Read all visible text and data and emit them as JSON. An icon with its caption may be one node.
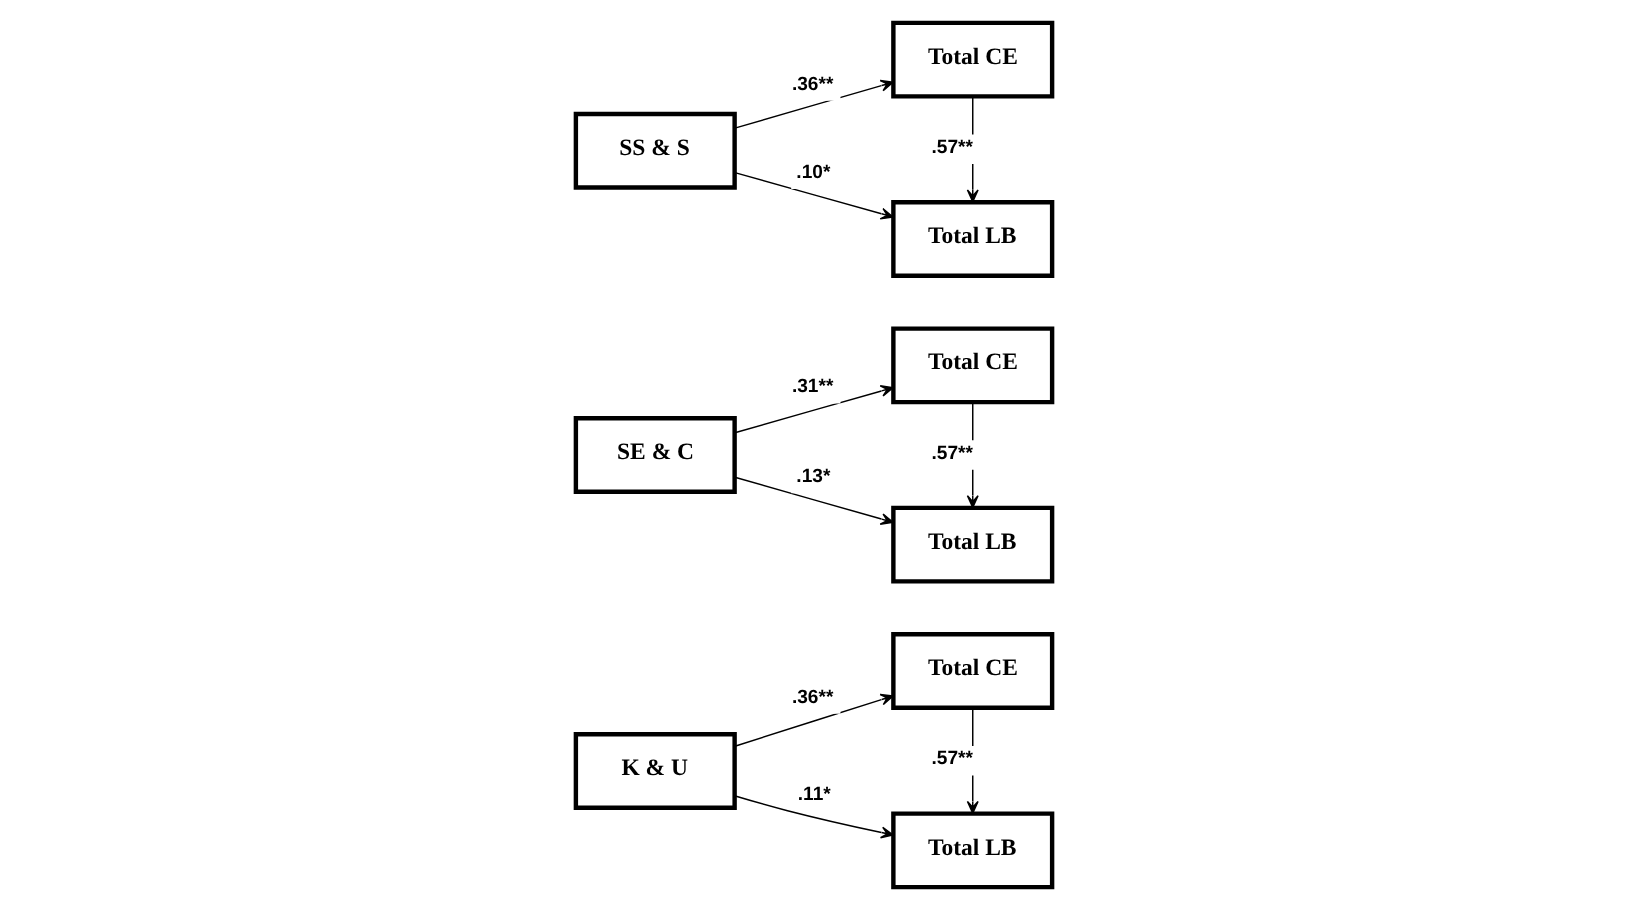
{
  "diagram": {
    "nodes": [
      {
        "text": [
          "K & U"
        ]
      },
      {
        "text": [
          "Total CE"
        ]
      },
      {
        "text": [
          "Total LB"
        ]
      },
      {
        "text": [
          "SE & C"
        ]
      },
      {
        "text": [
          "Total CE"
        ]
      },
      {
        "text": [
          "Total LB"
        ]
      },
      {
        "text": [
          "SS & S"
        ]
      },
      {
        "text": [
          "Total CE"
        ]
      },
      {
        "text": [
          "Total LB"
        ]
      }
    ],
    "edges": [
      {
        "from": 0,
        "to": 1,
        "arrow": "to",
        "label": ".36**"
      },
      {
        "from": 0,
        "to": 2,
        "arrow": "to",
        "label": ".11*"
      },
      {
        "from": 1,
        "to": 2,
        "arrow": "to",
        "label": ".57**"
      },
      {
        "from": 3,
        "to": 4,
        "arrow": "to",
        "label": ".31**"
      },
      {
        "from": 3,
        "to": 5,
        "arrow": "to",
        "label": ".13*"
      },
      {
        "from": 4,
        "to": 5,
        "arrow": "to",
        "label": ".57**"
      },
      {
        "from": 6,
        "to": 7,
        "arrow": "to",
        "label": ".36**"
      },
      {
        "from": 6,
        "to": 8,
        "arrow": "to",
        "label": ".10*"
      },
      {
        "from": 7,
        "to": 8,
        "arrow": "to",
        "label": ".57**"
      }
    ]
  }
}
